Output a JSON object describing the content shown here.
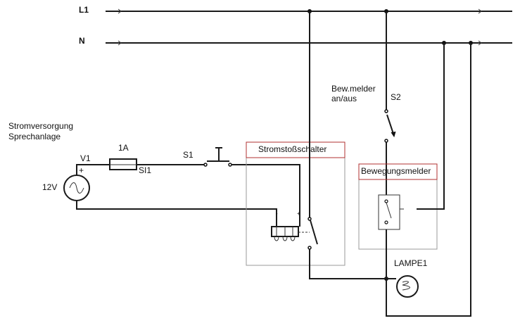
{
  "bus": {
    "l1_label": "L1",
    "n_label": "N"
  },
  "supply": {
    "title_line1": "Stromversorgung",
    "title_line2": "Sprechanlage",
    "source_name": "V1",
    "source_voltage": "12V",
    "plus_sign": "+"
  },
  "fuse": {
    "rating": "1A",
    "name": "SI1"
  },
  "pushbutton": {
    "name": "S1"
  },
  "impulse_relay": {
    "title": "Stromstoßschalter",
    "minus_label": "-",
    "plus_label": "+"
  },
  "motion_switch": {
    "label_line1": "Bew.melder",
    "label_line2": "an/aus",
    "name": "S2"
  },
  "motion_sensor": {
    "title": "Bewegungsmelder"
  },
  "lamp": {
    "name": "LAMPE1"
  },
  "colors": {
    "wire": "#1a1a1a",
    "box_border": "#9a9a9a",
    "box_header_border": "#b03030"
  }
}
